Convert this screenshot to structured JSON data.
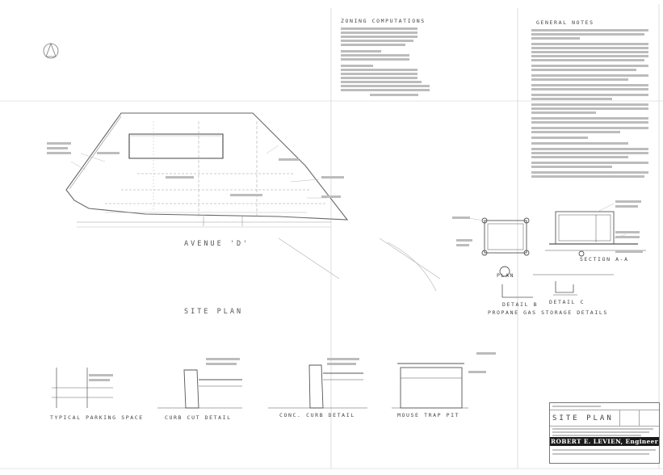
{
  "sheet": {
    "zoning_title": "ZONING COMPUTATIONS",
    "notes_title": "GENERAL NOTES",
    "street_label": "AVENUE 'D'",
    "site_plan_title": "SITE PLAN",
    "plan_label": "PLAN",
    "section_label": "SECTION A-A",
    "detail_b_label": "DETAIL B",
    "detail_c_label": "DETAIL C",
    "propane_title": "PROPANE GAS STORAGE DETAILS",
    "details": [
      {
        "label": "TYPICAL PARKING SPACE"
      },
      {
        "label": "CURB CUT DETAIL"
      },
      {
        "label": "CONC. CURB DETAIL"
      },
      {
        "label": "MOUSE TRAP PIT"
      }
    ],
    "title_block": {
      "title": "SITE PLAN",
      "firm": "ROBERT E. LEVIEN, Engineer"
    }
  },
  "colors": {
    "line": "#6e6e6e",
    "faint": "#b5b5b5",
    "firm_bar": "#1a1a1a"
  }
}
